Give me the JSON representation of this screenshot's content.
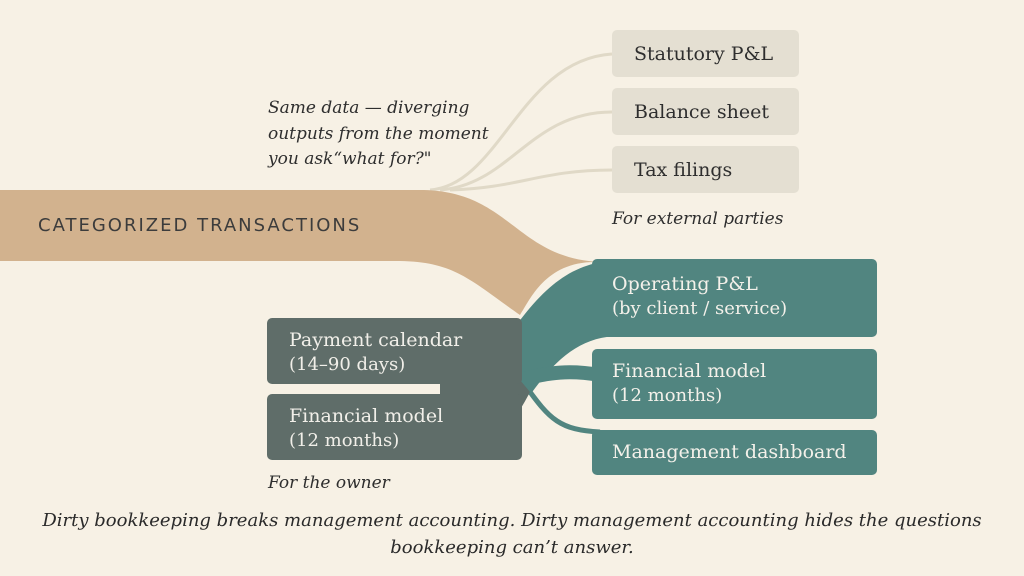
{
  "source": {
    "label": "CATEGORIZED TRANSACTIONS"
  },
  "annotation": {
    "lines": [
      "Same data — diverging",
      "outputs from the moment",
      "you ask“what for?\""
    ]
  },
  "external": {
    "label": "For external parties",
    "items": [
      "Statutory P&L",
      "Balance sheet",
      "Tax filings"
    ]
  },
  "management": {
    "operating_pl": {
      "title": "Operating P&L",
      "sub": "(by client / service)"
    },
    "financial_model": {
      "title": "Financial model",
      "sub": "(12 months)"
    },
    "dashboard": {
      "title": "Management dashboard"
    }
  },
  "owner": {
    "label": "For the owner",
    "payment_calendar": {
      "title": "Payment calendar",
      "sub": "(14–90 days)"
    },
    "financial_model": {
      "title": "Financial model",
      "sub": "(12 months)"
    }
  },
  "caption": {
    "line1": "Dirty bookkeeping breaks management accounting. Dirty management accounting hides the questions",
    "line2": "bookkeeping can’t answer."
  },
  "colors": {
    "background": "#f7f1e5",
    "source_stream": "#d2b28e",
    "external_box": "#e4dfd2",
    "teal": "#518580",
    "slate": "#5f6d69"
  }
}
